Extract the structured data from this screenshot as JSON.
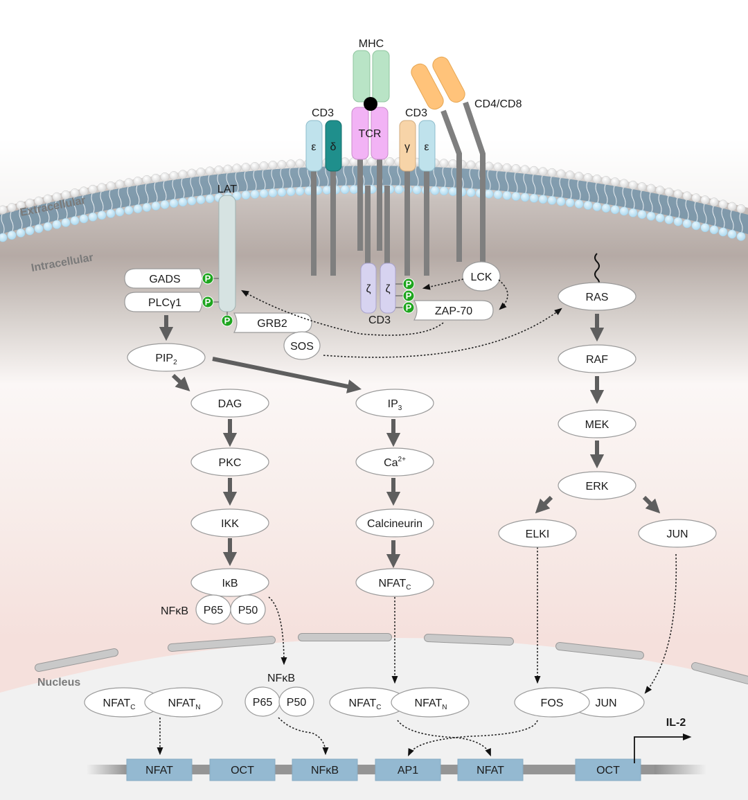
{
  "title": "TCR signaling pathway to IL-2 transcription",
  "regions": {
    "extracellular": "Extracellular",
    "intracellular": "Intracellular",
    "nucleus": "Nucleus"
  },
  "receptors": {
    "mhc": "MHC",
    "tcr": "TCR",
    "cd3_left": "CD3",
    "cd3_right": "CD3",
    "cd3_zeta": "CD3",
    "cd4cd8": "CD4/CD8",
    "lat": "LAT",
    "epsilon": "ε",
    "delta": "δ",
    "gamma": "γ",
    "zeta": "ζ"
  },
  "phospho": "P",
  "colors": {
    "mhc": "#b9e4c6",
    "tcr": "#f2b3f5",
    "cd3_epsilon": "#bfe2ec",
    "cd3_delta": "#1f8f8c",
    "cd3_gamma": "#f7d4a8",
    "cd4cd8": "#ffc37a",
    "zeta": "#d7d3f0",
    "lat": "#d6e3e2",
    "phospho": "#1ea51e",
    "gene_box": "#94b9d1",
    "cytoplasm_pink": "#f5e0dc",
    "nucleus_gray": "#f1f1f1"
  },
  "adaptors": {
    "gads": "GADS",
    "plcg1": "PLCγ1",
    "grb2": "GRB2",
    "sos": "SOS",
    "lck": "LCK",
    "zap70": "ZAP-70"
  },
  "pathway_left": {
    "pip2": "PIP",
    "pip2_sub": "2",
    "dag": "DAG",
    "pkc": "PKC",
    "ikk": "IKK",
    "ikb": "IκB",
    "nfkb": "NFκB",
    "p65": "P65",
    "p50": "P50"
  },
  "pathway_mid": {
    "ip3": "IP",
    "ip3_sub": "3",
    "ca": "Ca",
    "ca_sup": "2+",
    "calcineurin": "Calcineurin",
    "nfatc": "NFAT",
    "nfatc_sub": "C"
  },
  "pathway_right": {
    "ras": "RAS",
    "raf": "RAF",
    "mek": "MEK",
    "erk": "ERK",
    "elk": "ELKI",
    "jun": "JUN"
  },
  "nucleus": {
    "nfat_c": "NFAT",
    "nfat_c_sub": "C",
    "nfat_n": "NFAT",
    "nfat_n_sub": "N",
    "nfkb": "NFκB",
    "p65": "P65",
    "p50": "P50",
    "fos": "FOS",
    "jun": "JUN"
  },
  "promoter": {
    "elements": [
      "NFAT",
      "OCT",
      "NFκB",
      "AP1",
      "NFAT",
      "OCT"
    ],
    "gene": "IL-2"
  }
}
